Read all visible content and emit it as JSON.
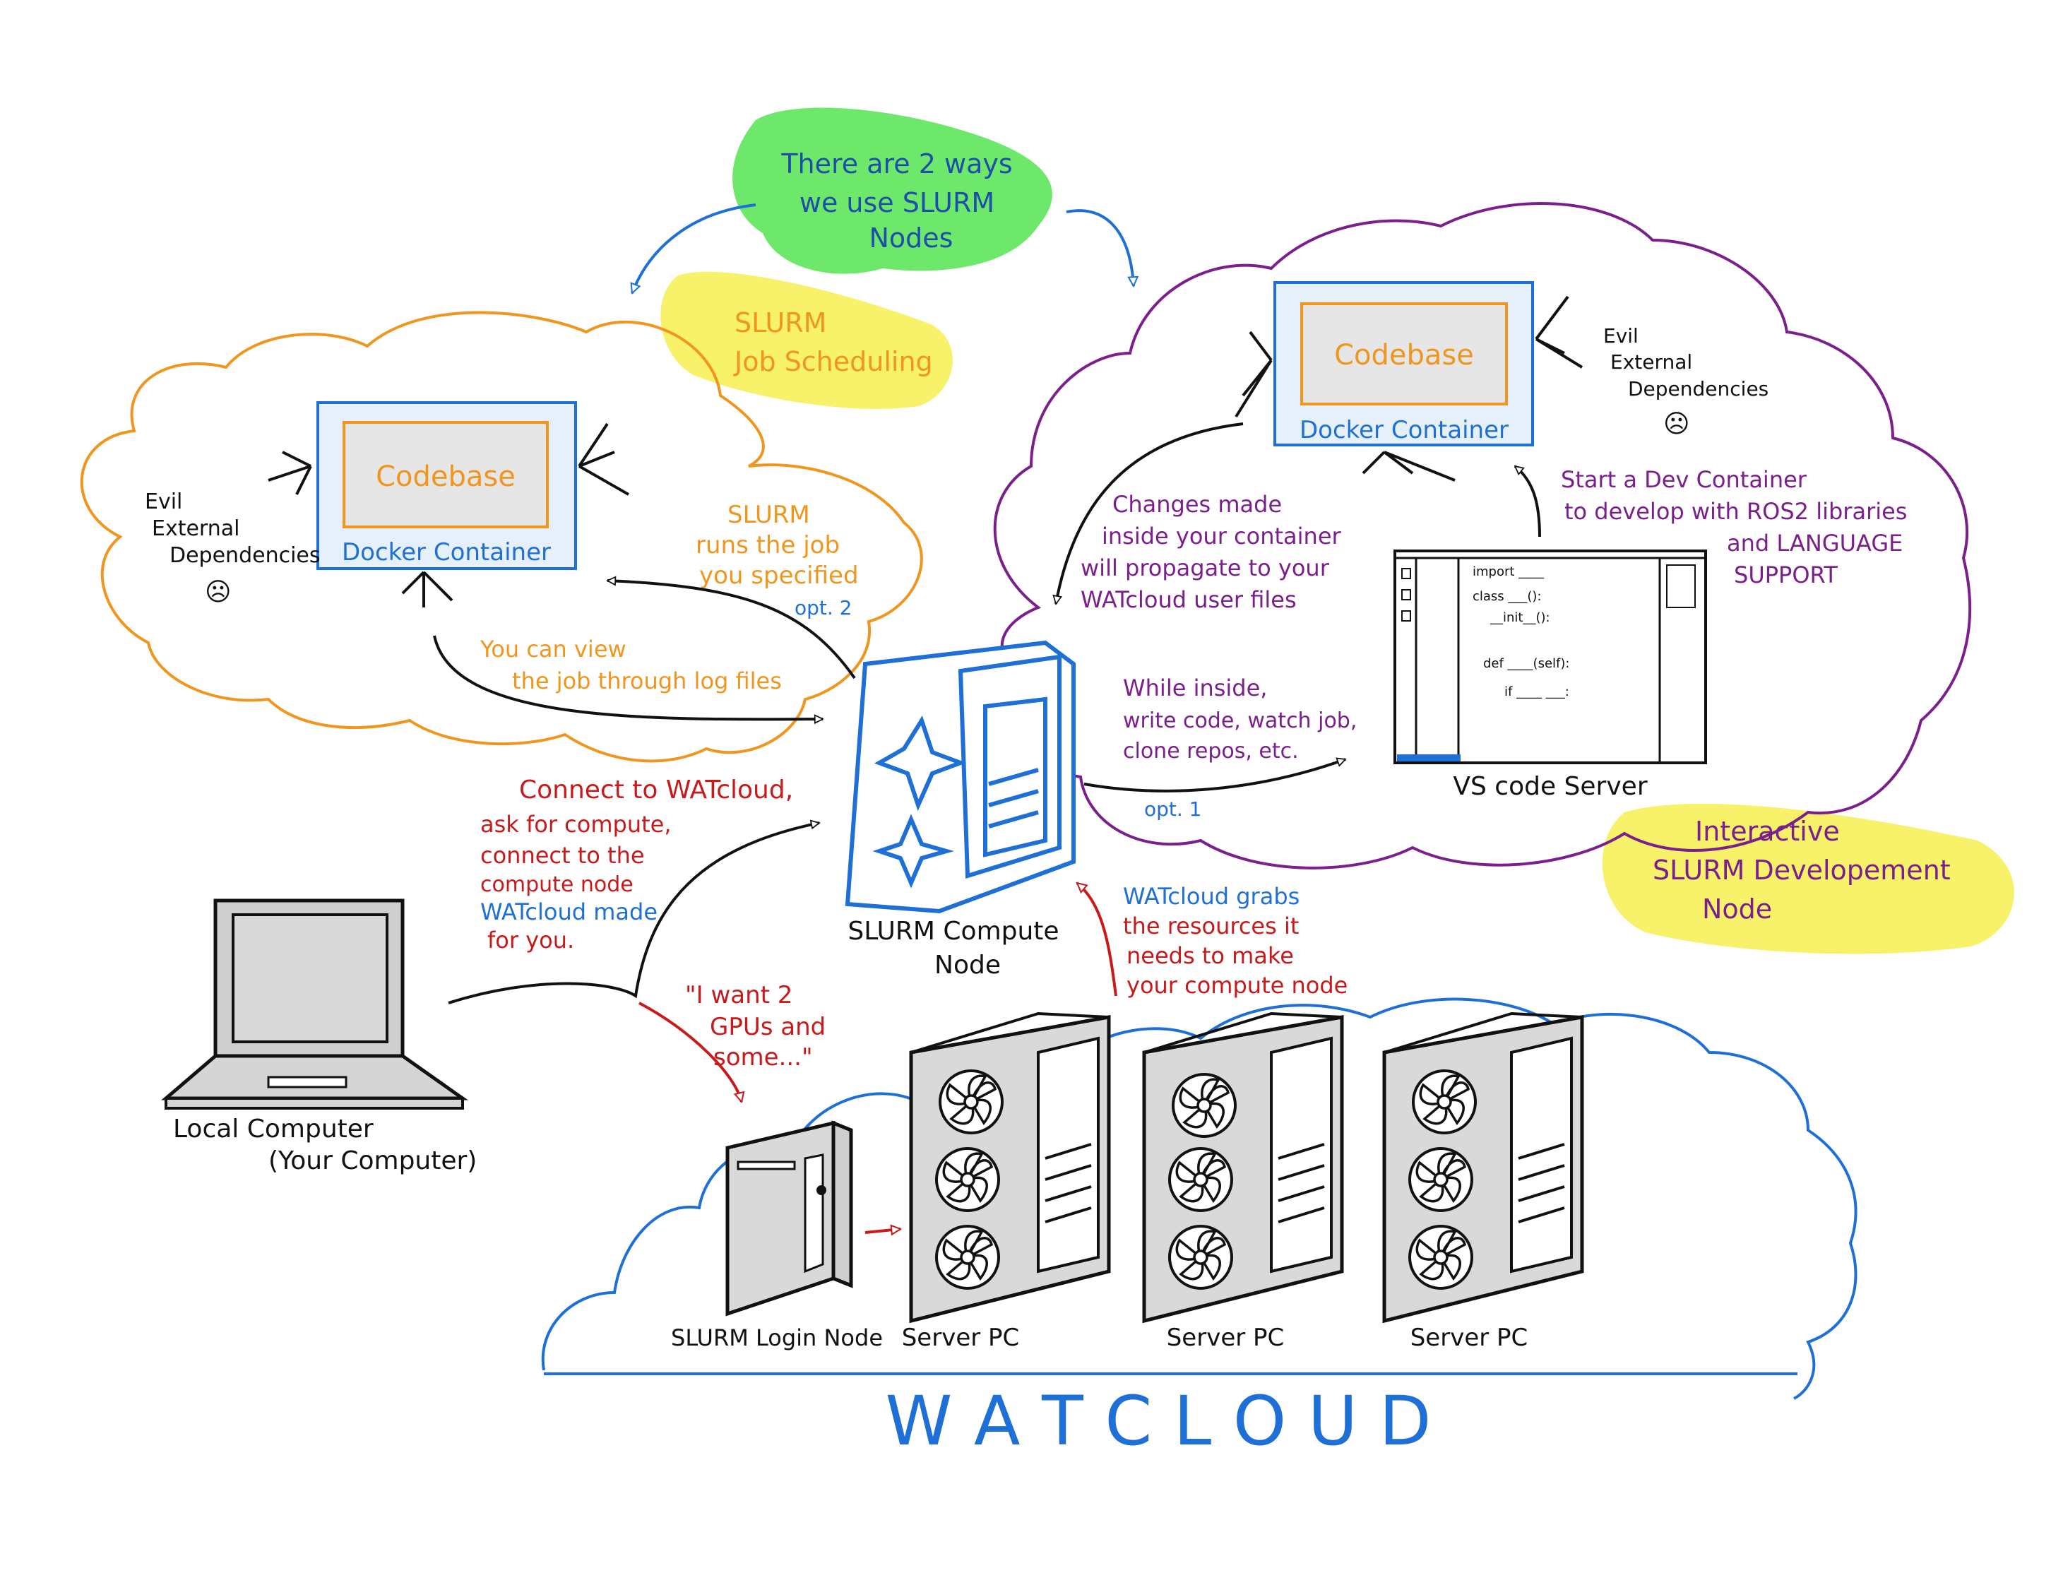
{
  "colors": {
    "orange": "#f0961e",
    "blue": "#1e6fd6",
    "purple": "#7a1f8c",
    "red": "#c81a1a",
    "green_highlight": "#6ee86a",
    "yellow_highlight": "#f7f26a",
    "ink": "#111111",
    "container_fill": "#e6f0fa",
    "codebase_fill": "#e6e6e6"
  },
  "top_note": {
    "line1": "There are 2 ways",
    "line2": "we use SLURM",
    "line3": "Nodes"
  },
  "job_scheduling": {
    "line1": "SLURM",
    "line2": "Job Scheduling",
    "codebase": "Codebase",
    "container": "Docker Container",
    "deps": [
      "Evil",
      "External",
      "Dependencies"
    ],
    "runs": [
      "SLURM",
      "runs the job",
      "you specified"
    ],
    "opt": "opt. 2",
    "logs": [
      "You can view",
      "the job through log files"
    ]
  },
  "interactive": {
    "codebase": "Codebase",
    "container": "Docker Container",
    "deps": [
      "Evil",
      "External",
      "Dependencies"
    ],
    "changes": [
      "Changes made",
      "inside your container",
      "will propagate to your",
      "WATcloud user files"
    ],
    "start": [
      "Start a Dev Container",
      "to develop with ROS2 libraries",
      "and LANGUAGE",
      "SUPPORT"
    ],
    "while": [
      "While inside,",
      "write code, watch job,",
      "clone repos, etc."
    ],
    "opt": "opt. 1",
    "vscode_label": "VS code   Server",
    "code_lines": [
      "import ____",
      "class ___():",
      "__init__():",
      "def ____(self):",
      "if ____ ___:"
    ],
    "title": [
      "Interactive",
      "SLURM Developement",
      "Node"
    ]
  },
  "compute_node": {
    "label": [
      "SLURM Compute",
      "Node"
    ]
  },
  "connect_note": {
    "line1": "Connect to WATcloud,",
    "line2": "ask for compute,",
    "line3": "connect to the",
    "line4": "compute node",
    "line5": "WATcloud made",
    "line6": "for you."
  },
  "grabs_note": {
    "line1": "WATcloud grabs",
    "line2": "the resources it",
    "line3": "needs to make",
    "line4": "your compute node"
  },
  "gpu_quote": {
    "line1": "\"I want 2",
    "line2": "GPUs and",
    "line3": "some...\""
  },
  "local": {
    "line1": "Local Computer",
    "line2": "(Your Computer)"
  },
  "nodes": {
    "login": "SLURM Login Node",
    "server1": "Server PC",
    "server2": "Server PC",
    "server3": "Server PC"
  },
  "watcloud": "W A T C L O U D"
}
